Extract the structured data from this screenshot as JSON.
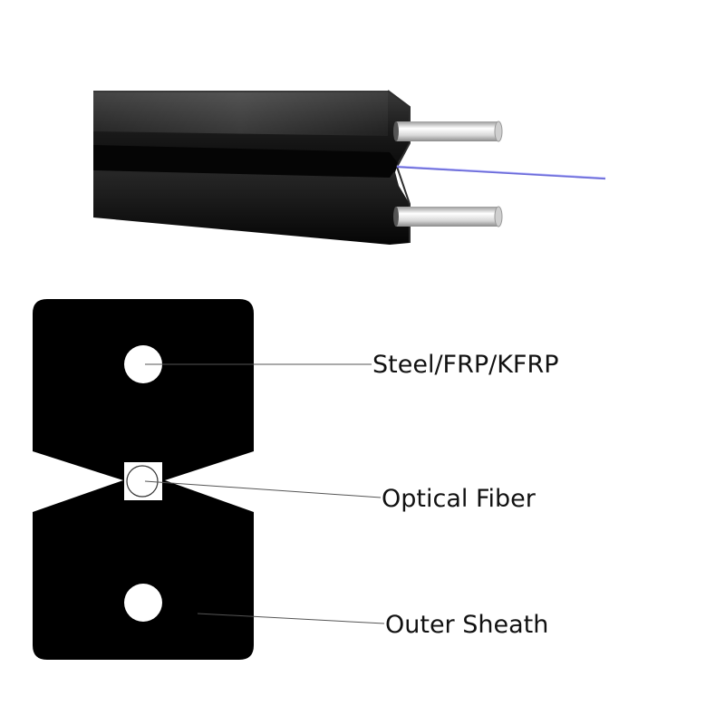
{
  "diagram": {
    "labels": {
      "strength_member": "Steel/FRP/KFRP",
      "optical_fiber": "Optical Fiber",
      "outer_sheath": "Outer Sheath"
    },
    "colors": {
      "sheath": "#000000",
      "fiber_coating": "#6a6ad8",
      "strength_member": "#e8e8e8",
      "background": "#ffffff"
    }
  }
}
